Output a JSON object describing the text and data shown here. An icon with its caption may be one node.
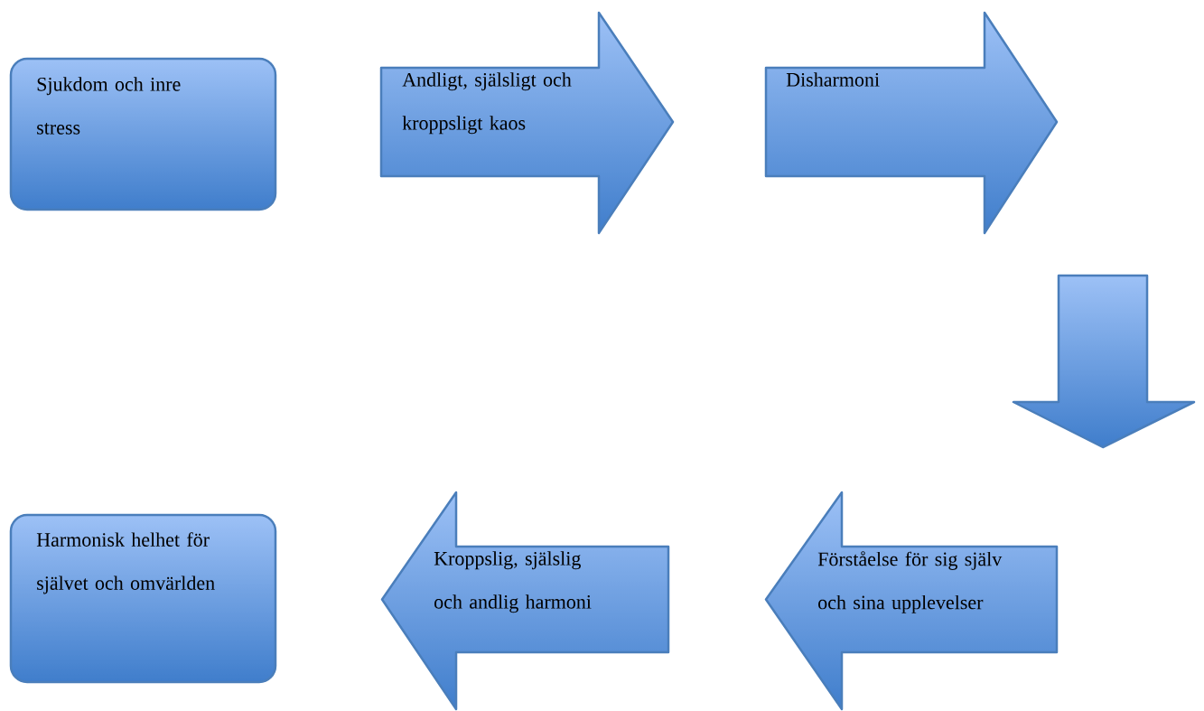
{
  "diagram": {
    "nodes": [
      {
        "text": [
          "Sjukdom och inre stress"
        ]
      },
      {
        "text": [
          "Andligt, själsligt och kroppsligt kaos"
        ]
      },
      {
        "text": [
          "Disharmoni"
        ]
      },
      {
        "text": [],
        "shape": "arrow"
      },
      {
        "text": [
          "Harmonisk helhet för självet och omvärlden"
        ]
      },
      {
        "text": [
          "Kroppslig, själslig och andlig harmoni"
        ]
      },
      {
        "text": [
          "Förståelse för sig själv och sina upplevelser"
        ]
      }
    ]
  }
}
